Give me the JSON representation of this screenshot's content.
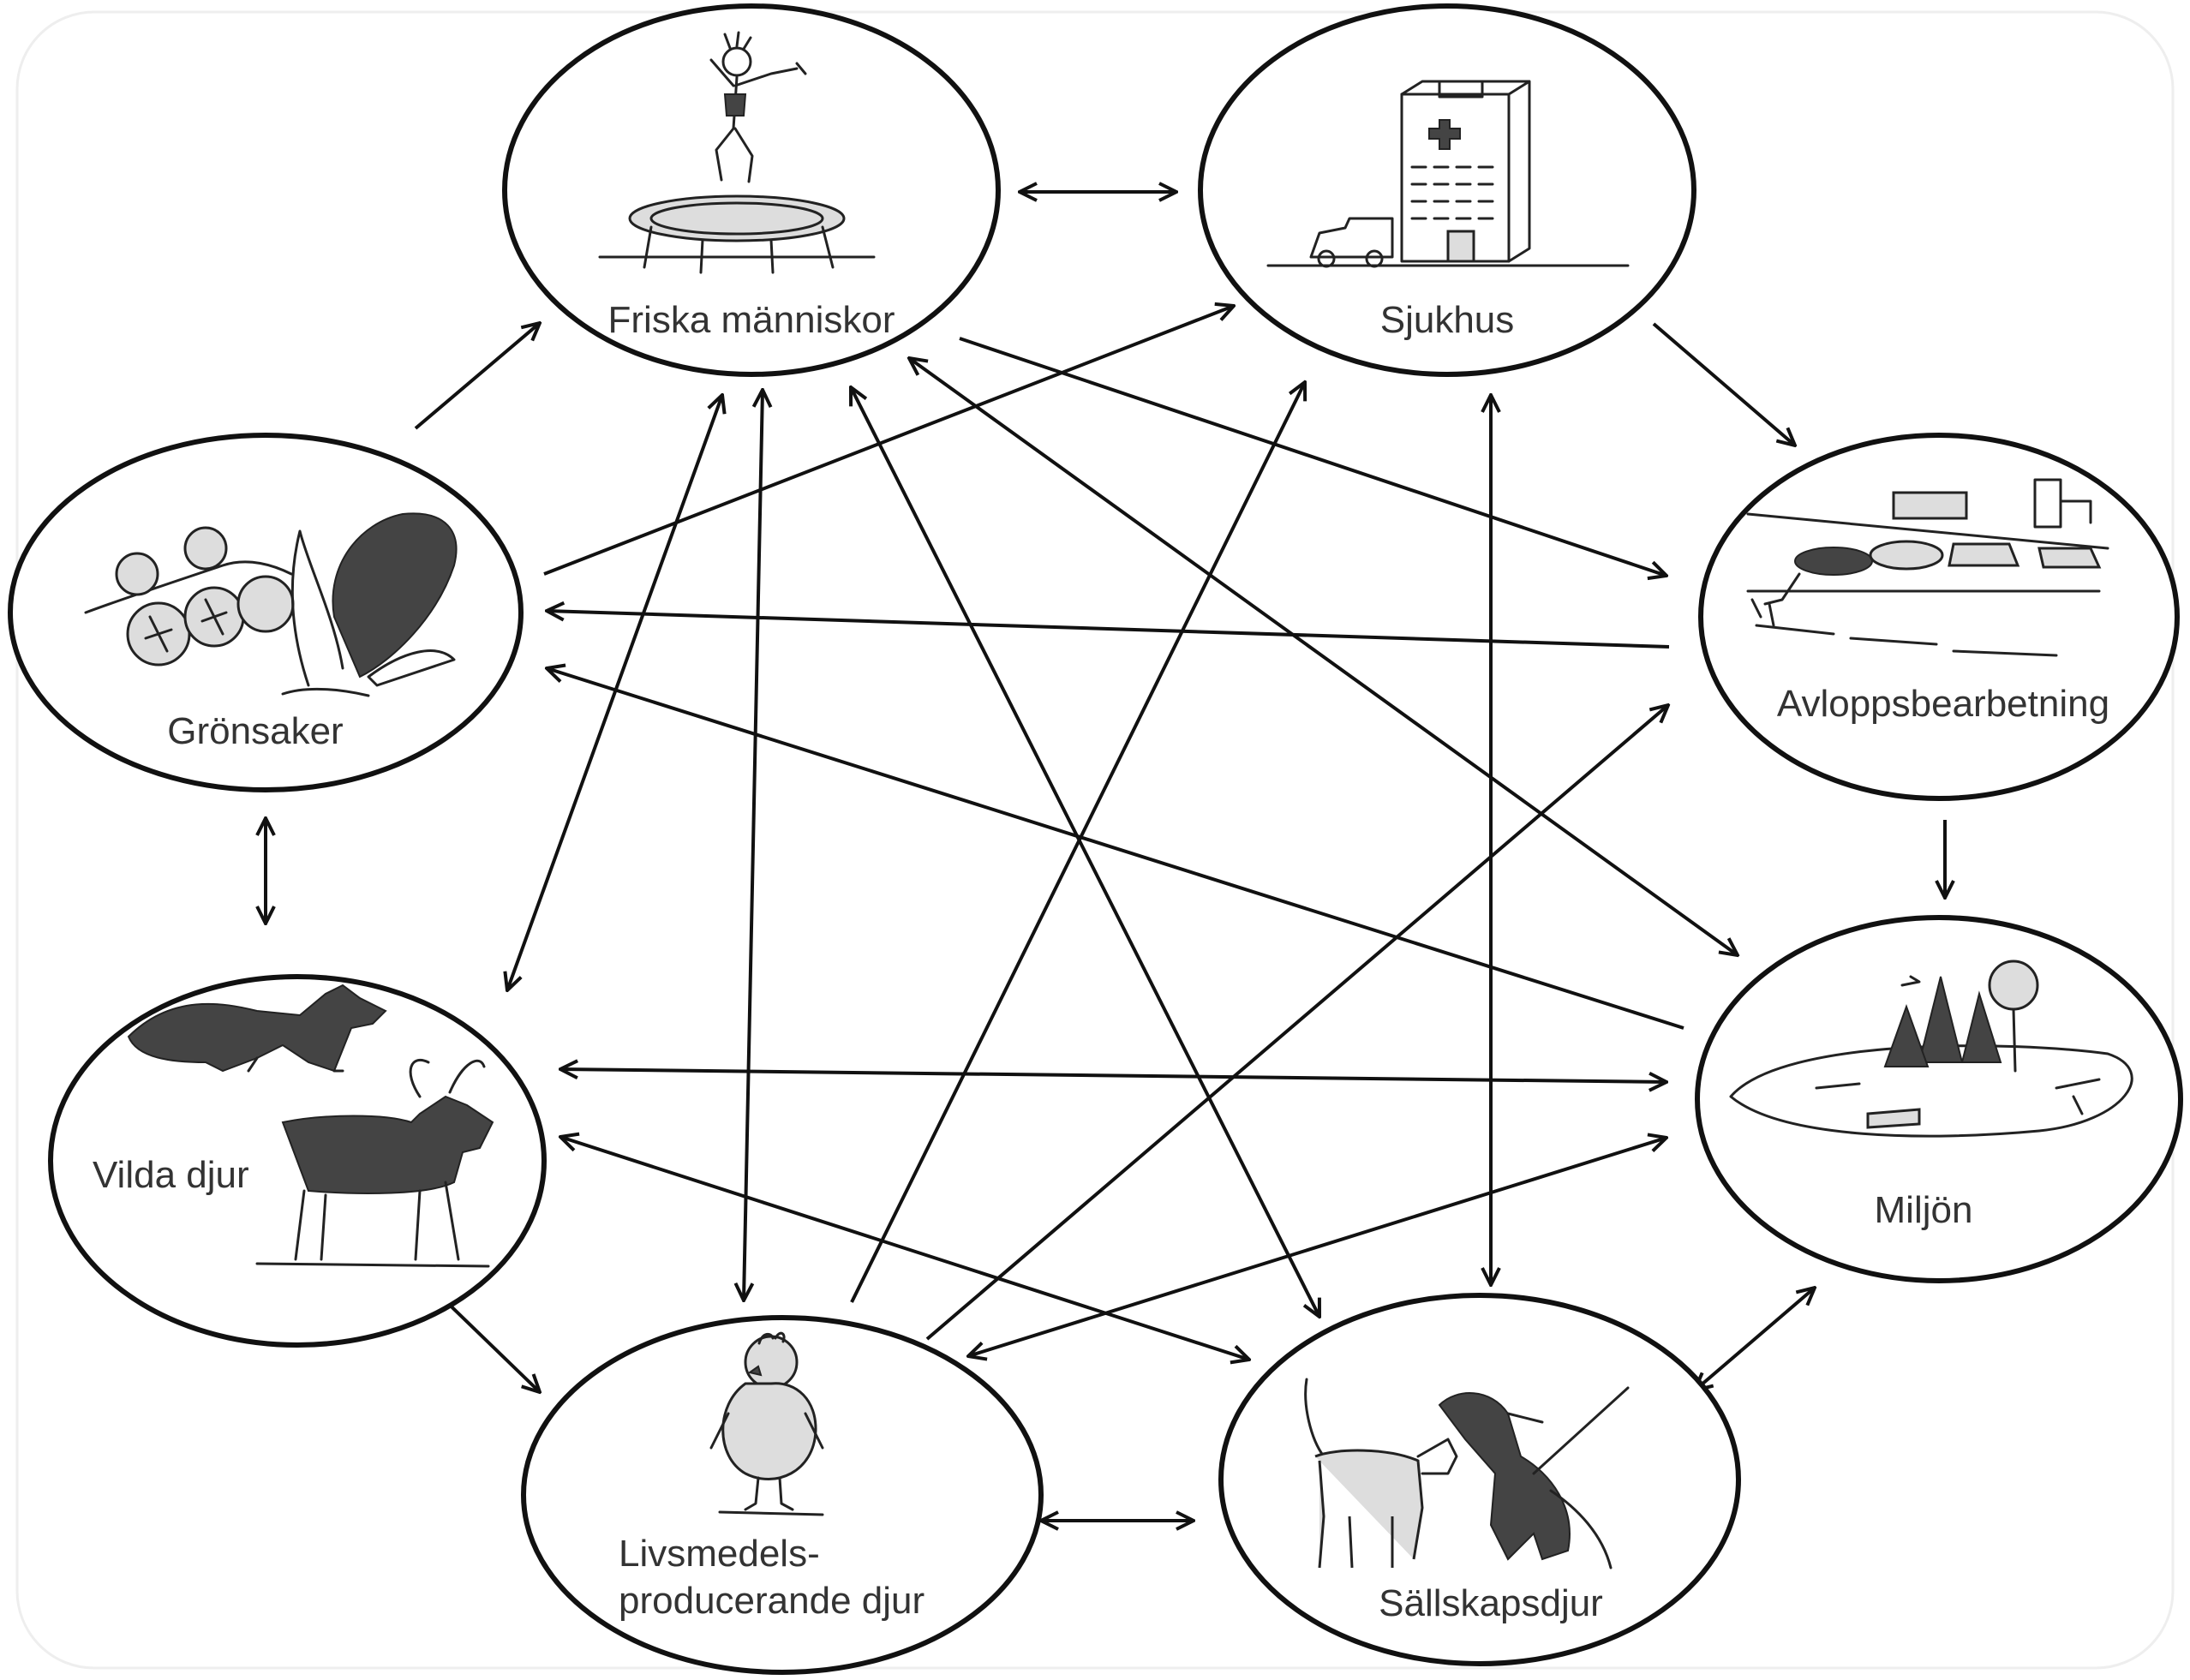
{
  "nodes": {
    "friska": {
      "label": "Friska människor",
      "icon": "trampoline-person-icon"
    },
    "sjukhus": {
      "label": "Sjukhus",
      "icon": "hospital-icon"
    },
    "avlopp": {
      "label": "Avloppsbearbetning",
      "icon": "sewage-plant-icon"
    },
    "miljon": {
      "label": "Miljön",
      "icon": "landscape-icon"
    },
    "sallskap": {
      "label": "Sällskapsdjur",
      "icon": "cat-dog-icon"
    },
    "livsmedel": {
      "label_line1": "Livsmedels-",
      "label_line2": "producerande djur",
      "icon": "chicken-icon"
    },
    "vilda": {
      "label": "Vilda djur",
      "icon": "fox-moose-icon"
    },
    "gronsaker": {
      "label": "Grönsaker",
      "icon": "vegetables-icon"
    }
  },
  "edges": [
    {
      "from": "friska",
      "to": "sjukhus",
      "direction": "both"
    },
    {
      "from": "gronsaker",
      "to": "friska",
      "direction": "forward"
    },
    {
      "from": "sjukhus",
      "to": "avlopp",
      "direction": "forward"
    },
    {
      "from": "avlopp",
      "to": "miljon",
      "direction": "forward"
    },
    {
      "from": "gronsaker",
      "to": "vilda",
      "direction": "both"
    },
    {
      "from": "vilda",
      "to": "livsmedel",
      "direction": "both"
    },
    {
      "from": "livsmedel",
      "to": "sallskap",
      "direction": "both"
    },
    {
      "from": "sallskap",
      "to": "miljon",
      "direction": "both"
    },
    {
      "from": "friska",
      "to": "avlopp",
      "direction": "forward"
    },
    {
      "from": "gronsaker",
      "to": "sjukhus",
      "direction": "forward"
    },
    {
      "from": "avlopp",
      "to": "gronsaker",
      "direction": "forward"
    },
    {
      "from": "miljon",
      "to": "gronsaker",
      "direction": "forward"
    },
    {
      "from": "vilda",
      "to": "friska",
      "direction": "both"
    },
    {
      "from": "friska",
      "to": "livsmedel",
      "direction": "both"
    },
    {
      "from": "friska",
      "to": "sallskap",
      "direction": "both"
    },
    {
      "from": "friska",
      "to": "miljon",
      "direction": "both"
    },
    {
      "from": "livsmedel",
      "to": "sjukhus",
      "direction": "forward"
    },
    {
      "from": "sjukhus",
      "to": "sallskap",
      "direction": "both"
    },
    {
      "from": "livsmedel",
      "to": "avlopp",
      "direction": "forward"
    },
    {
      "from": "vilda",
      "to": "miljon",
      "direction": "both"
    },
    {
      "from": "vilda",
      "to": "sallskap",
      "direction": "both"
    },
    {
      "from": "miljon",
      "to": "livsmedel",
      "direction": "both"
    }
  ]
}
